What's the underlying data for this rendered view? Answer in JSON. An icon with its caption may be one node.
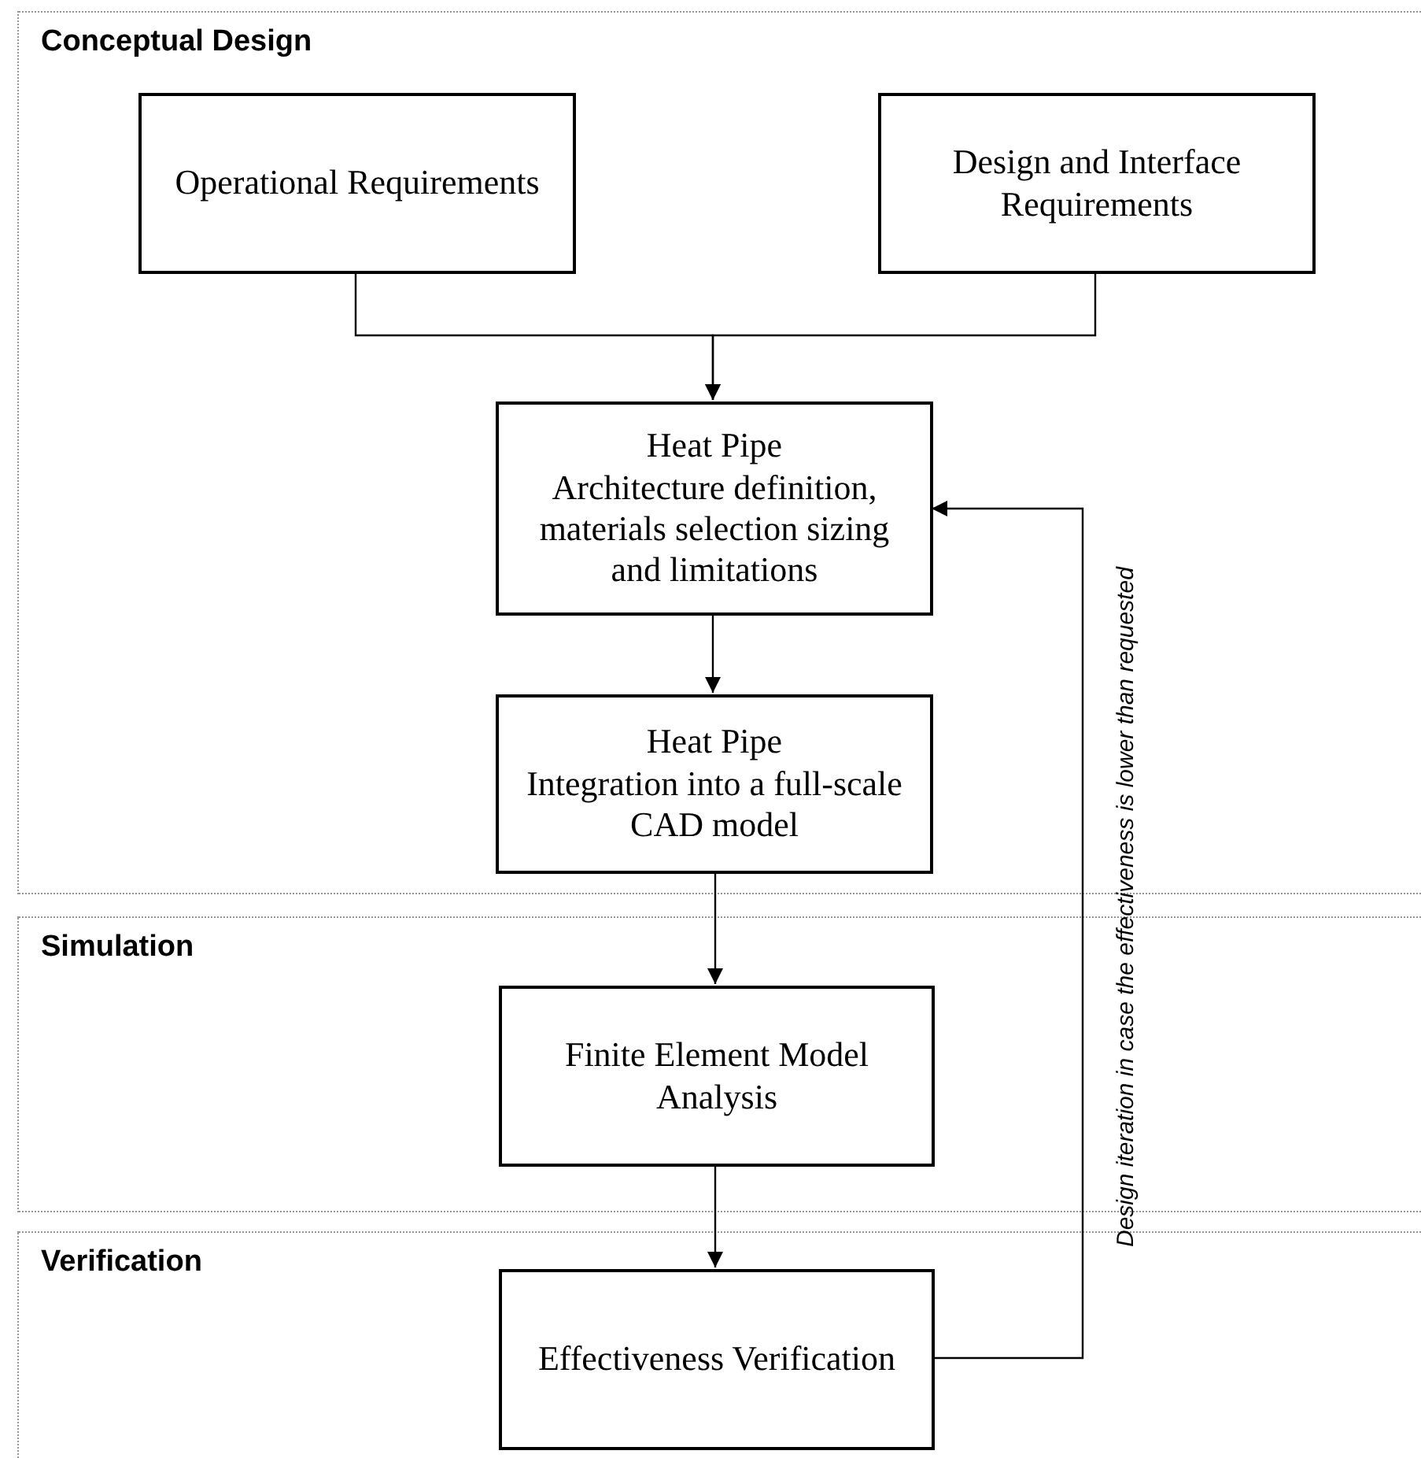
{
  "diagram": {
    "nodes": [
      {
        "text": [
          "Conceptual Design"
        ]
      },
      {
        "text": [
          "Operational Requirements"
        ],
        "in": 0
      },
      {
        "text": [
          "Design and Interface Requirements"
        ],
        "in": 0
      },
      {
        "text": [
          "Heat Pipe",
          "Architecture definition, materials selection sizing and limitations"
        ],
        "in": 0
      },
      {
        "text": [
          "Heat Pipe",
          "Integration into a full-scale CAD model"
        ],
        "in": 0
      },
      {
        "text": [
          "Simulation"
        ]
      },
      {
        "text": [
          "Finite Element Model Analysis"
        ],
        "in": 5
      },
      {
        "text": [
          "Verification"
        ]
      },
      {
        "text": [
          "Effectiveness Verification"
        ],
        "in": 7
      }
    ],
    "edges": [
      {
        "from": 1,
        "to": 3,
        "arrow": "to"
      },
      {
        "from": 2,
        "to": 3,
        "arrow": "to"
      },
      {
        "from": 3,
        "to": 4,
        "arrow": "to"
      },
      {
        "from": 4,
        "to": 6,
        "arrow": "to"
      },
      {
        "from": 6,
        "to": 8,
        "arrow": "to"
      },
      {
        "from": 8,
        "to": 3,
        "arrow": "to",
        "label": "Design iteration in case the effectiveness is lower than requested"
      }
    ]
  }
}
